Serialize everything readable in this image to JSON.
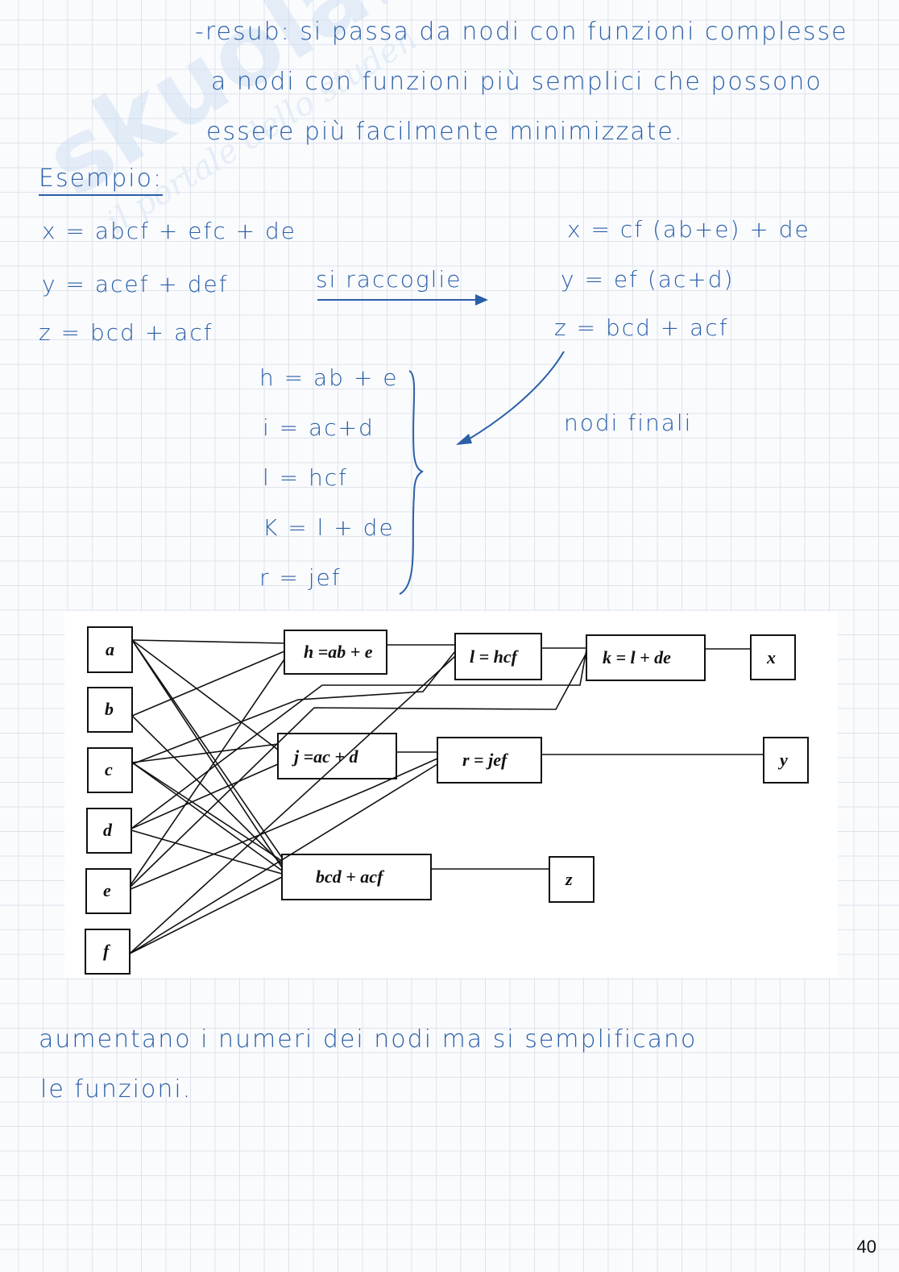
{
  "notes": {
    "line1": "-resub: si passa da nodi con funzioni complesse",
    "line2": "a nodi con funzioni più semplici che possono",
    "line3": "essere più facilmente minimizzate.",
    "example_title": "Esempio:",
    "left_eqs": [
      "x = abcf + efc + de",
      "y = acef + def",
      "z = bcd + acf"
    ],
    "arrow_label": "si raccoglie",
    "right_eqs": [
      "x = cf (ab+e) + de",
      "y = ef (ac+d)",
      "z = bcd + acf"
    ],
    "final_nodes": [
      "h = ab + e",
      "i = ac+d",
      "l = hcf",
      "K = l + de",
      "r = jef"
    ],
    "final_label": "nodi finali",
    "conclusion_1": "aumentano i numeri dei nodi ma si semplificano",
    "conclusion_2": "le funzioni."
  },
  "diagram": {
    "inputs": [
      "a",
      "b",
      "c",
      "d",
      "e",
      "f"
    ],
    "nodes": {
      "h": "h =ab + e",
      "l": "l = hcf",
      "k": "k = l + de",
      "j": "j =ac + d",
      "r": "r = jef",
      "bcd": "bcd + acf"
    },
    "outputs": [
      "x",
      "y",
      "z"
    ]
  },
  "watermark": {
    "brand": "skuola.net",
    "tagline": "il portale dello studente"
  },
  "colors": {
    "ink": "#2a5fa8",
    "grid": "#dfe3ea"
  },
  "page_number": "40"
}
